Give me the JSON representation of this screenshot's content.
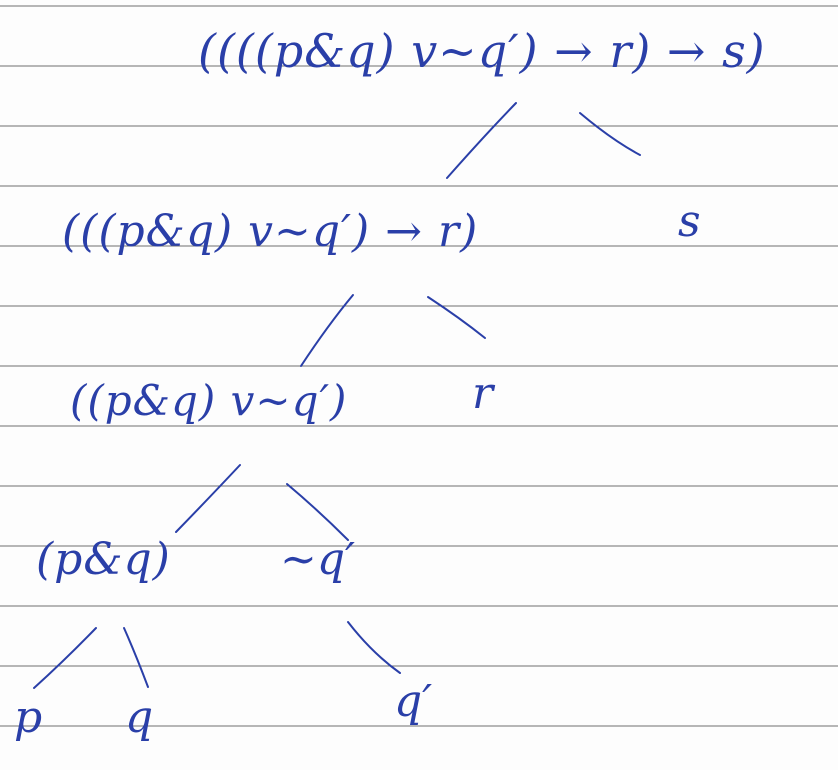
{
  "diagram": {
    "ink_color": "#2a3fa8",
    "rule_color": "#6f6f6f",
    "nodes": {
      "root": "((((p&q) v~q′) → r) → s)",
      "level1": "(((p&q) v~q′) → r)",
      "s": "s",
      "level2": "((p&q) v~q′)",
      "r": "r",
      "p_and_q": "(p&q)",
      "not_q_prime": "~q′",
      "p": "p",
      "q": "q",
      "q_prime": "q′"
    }
  }
}
